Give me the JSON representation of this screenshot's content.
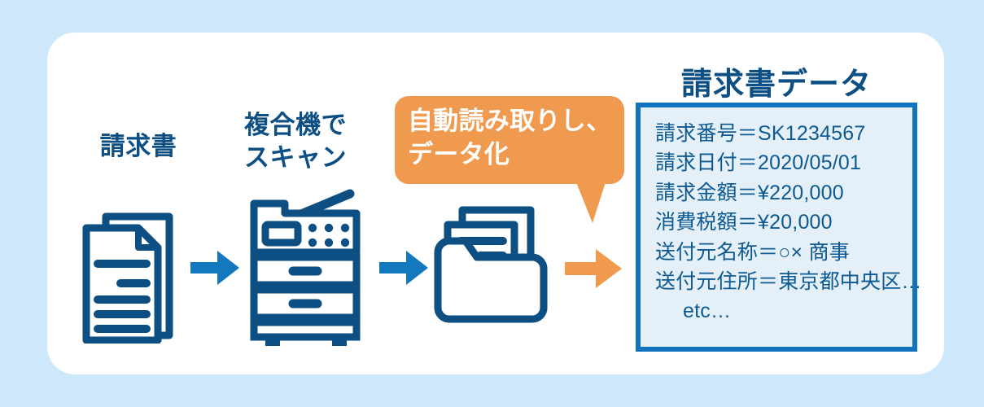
{
  "theme": {
    "page_background": "#cde8fa",
    "card_background": "#ffffff",
    "navy": "#0d4f82",
    "arrow_blue": "#1378be",
    "accent_orange": "#ef9a4e",
    "data_box_border": "#1073be",
    "data_box_fill": "#e4eff8",
    "data_text": "#0d5a92"
  },
  "flow": {
    "steps": [
      {
        "id": "invoice",
        "label": "請求書",
        "icon": "documents-icon"
      },
      {
        "id": "scan",
        "label": "複合機で\nスキャン",
        "icon": "copier-icon"
      },
      {
        "id": "folder",
        "label": "",
        "icon": "folder-icon"
      }
    ],
    "arrows": [
      {
        "id": "arrow-1",
        "icon": "arrow-right-icon",
        "color": "#1378be"
      },
      {
        "id": "arrow-2",
        "icon": "arrow-right-icon",
        "color": "#1378be"
      },
      {
        "id": "arrow-3",
        "icon": "arrow-right-icon",
        "color": "#ef9a4e"
      }
    ]
  },
  "callout": {
    "text": "自動読み取りし、\nデータ化",
    "color": "#ef9a4e",
    "tail": "speech-bubble-tail"
  },
  "data_panel": {
    "title": "請求書データ",
    "lines": [
      {
        "text": "請求番号＝SK1234567",
        "indent": false
      },
      {
        "text": "請求日付＝2020/05/01",
        "indent": false
      },
      {
        "text": "請求金額＝¥220,000",
        "indent": false
      },
      {
        "text": "消費税額＝¥20,000",
        "indent": false
      },
      {
        "text": "送付元名称＝○× 商事",
        "indent": false
      },
      {
        "text": "送付元住所＝東京都中央区…",
        "indent": false
      },
      {
        "text": "etc…",
        "indent": true
      }
    ]
  }
}
